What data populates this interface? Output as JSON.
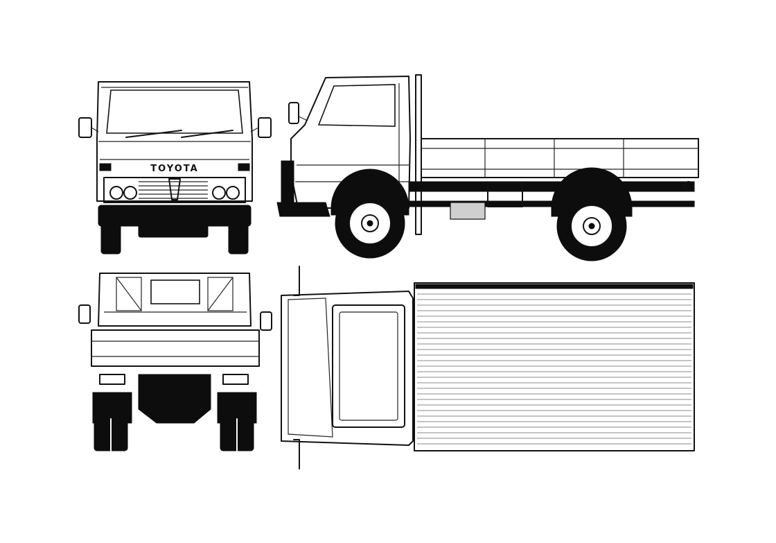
{
  "drawing": {
    "brand_badge": "TOYOTA",
    "views": [
      {
        "id": "front",
        "icon": "truck-front-view-icon"
      },
      {
        "id": "side",
        "icon": "truck-side-view-icon"
      },
      {
        "id": "rear",
        "icon": "truck-rear-view-icon"
      },
      {
        "id": "top",
        "icon": "truck-top-view-icon"
      }
    ],
    "colors": {
      "ink": "#111111",
      "paper": "#ffffff",
      "tyre": "#0d0d0d"
    }
  }
}
